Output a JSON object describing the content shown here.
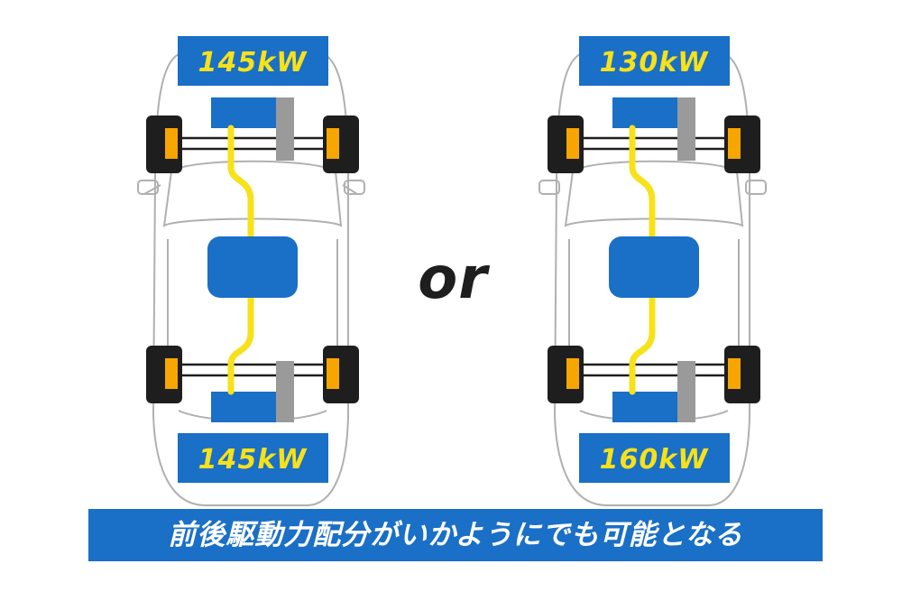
{
  "colors": {
    "blue": "#1a6fc6",
    "yellow": "#f7e11a",
    "orange": "#f7a600",
    "gray": "#9a9a9a",
    "tire": "#1e1e1e",
    "outline": "#b0b0b0",
    "banner_text": "#ffffff",
    "label_text": "#f7e11a"
  },
  "left": {
    "front_power": "145kW",
    "rear_power": "145kW"
  },
  "right": {
    "front_power": "130kW",
    "rear_power": "160kW"
  },
  "separator": "or",
  "banner": "前後駆動力配分がいかようにでも可能となる"
}
